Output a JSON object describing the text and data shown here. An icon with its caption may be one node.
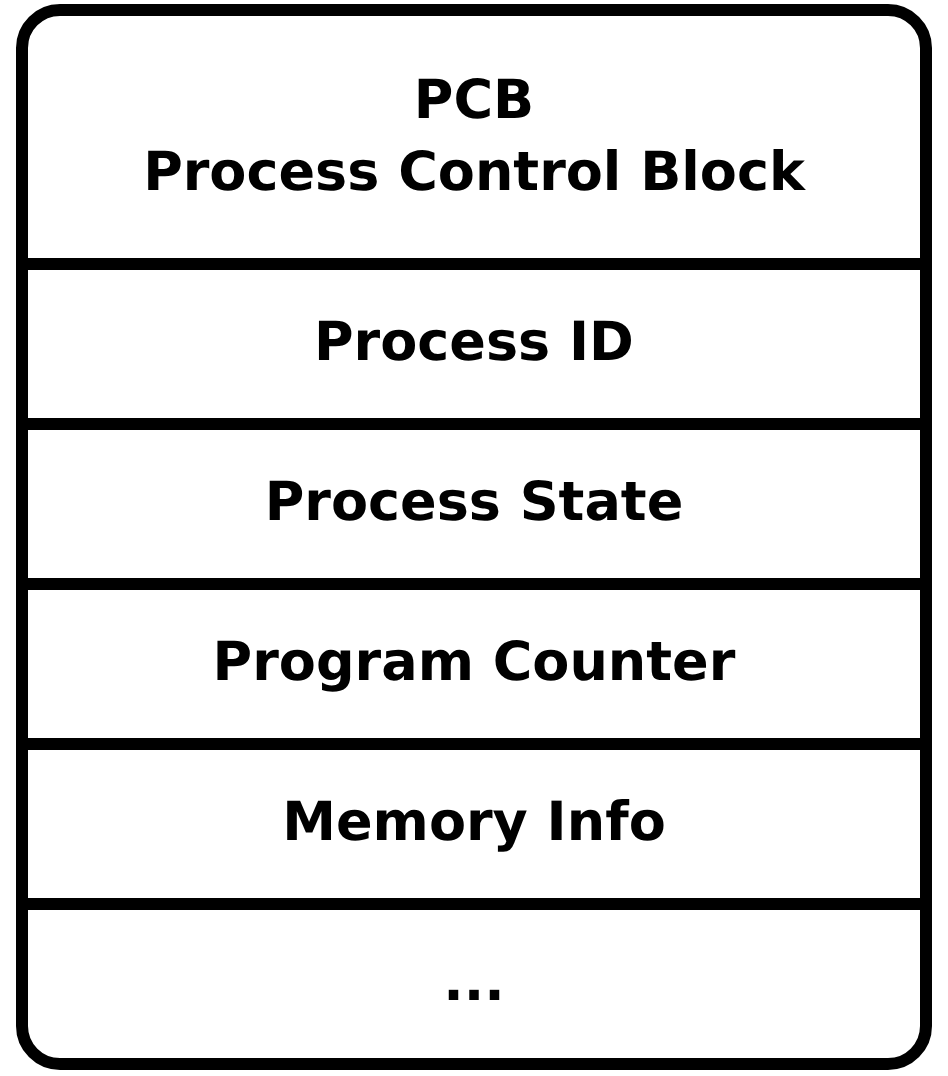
{
  "diagram": {
    "nodes": [
      {
        "text": [],
        "shape": "box"
      },
      {
        "text": [
          "PCB",
          "Process Control Block"
        ],
        "in": 0
      },
      {
        "text": [
          "Process ID"
        ],
        "in": 0
      },
      {
        "text": [
          "Process State"
        ],
        "in": 0
      },
      {
        "text": [
          "Program Counter"
        ],
        "in": 0
      },
      {
        "text": [
          "Memory Info"
        ],
        "in": 0
      },
      {
        "text": [
          "..."
        ],
        "in": 0
      }
    ]
  }
}
